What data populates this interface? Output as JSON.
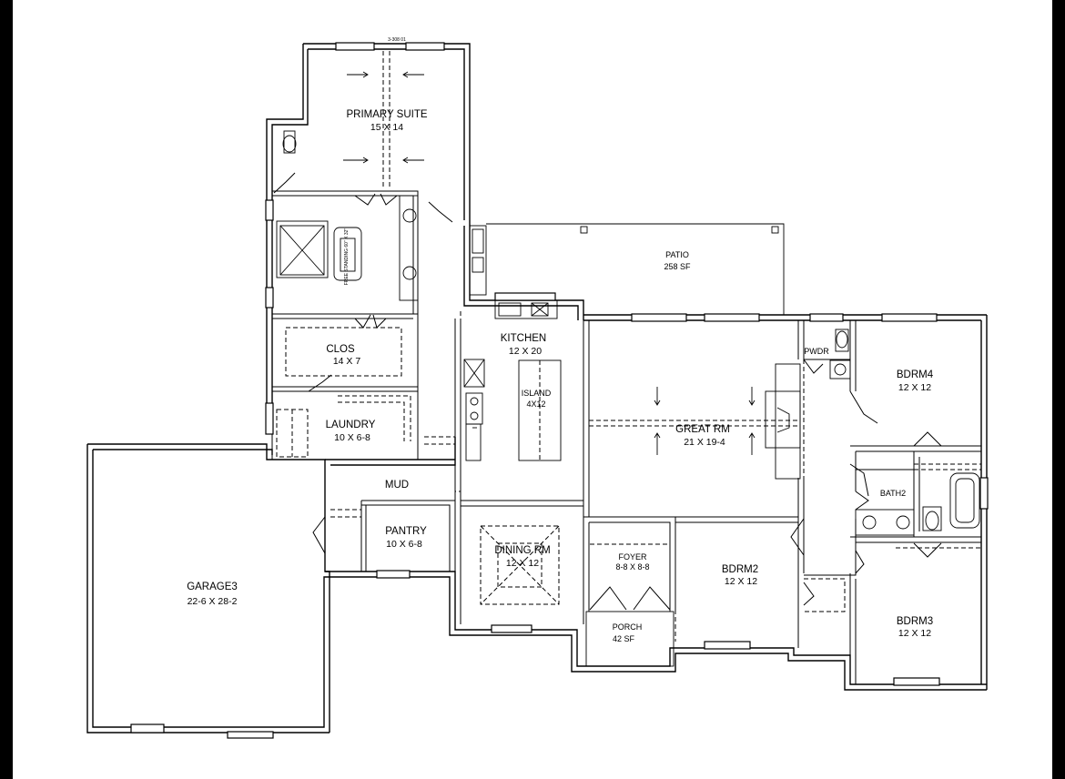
{
  "plan": {
    "top_note": "3-308 01",
    "rooms": {
      "primary_suite": {
        "name": "PRIMARY SUITE",
        "dims": "15 X 14"
      },
      "clos": {
        "name": "CLOS",
        "dims": "14 X 7"
      },
      "laundry": {
        "name": "LAUNDRY",
        "dims": "10 X 6-8"
      },
      "mud": {
        "name": "MUD"
      },
      "pantry": {
        "name": "PANTRY",
        "dims": "10 X 6-8"
      },
      "garage": {
        "name": "GARAGE3",
        "dims": "22-6 X 28-2"
      },
      "kitchen": {
        "name": "KITCHEN",
        "dims": "12 X 20"
      },
      "island": {
        "name": "ISLAND",
        "dims": "4X12"
      },
      "dining": {
        "name": "DINING RM",
        "dims": "12 X 12"
      },
      "patio": {
        "name": "PATIO",
        "dims": "258 SF"
      },
      "great_rm": {
        "name": "GREAT RM",
        "dims": "21 X 19-4"
      },
      "foyer": {
        "name": "FOYER",
        "dims": "8-8 X 8-8"
      },
      "porch": {
        "name": "PORCH",
        "dims": "42 SF"
      },
      "pwdr": {
        "name": "PWDR"
      },
      "bdrm2": {
        "name": "BDRM2",
        "dims": "12 X 12"
      },
      "bdrm3": {
        "name": "BDRM3",
        "dims": "12 X 12"
      },
      "bdrm4": {
        "name": "BDRM4",
        "dims": "12 X 12"
      },
      "bath2": {
        "name": "BATH2"
      }
    },
    "fixtures": {
      "tub_note": "FREE STANDING 60\" X 32\""
    }
  }
}
